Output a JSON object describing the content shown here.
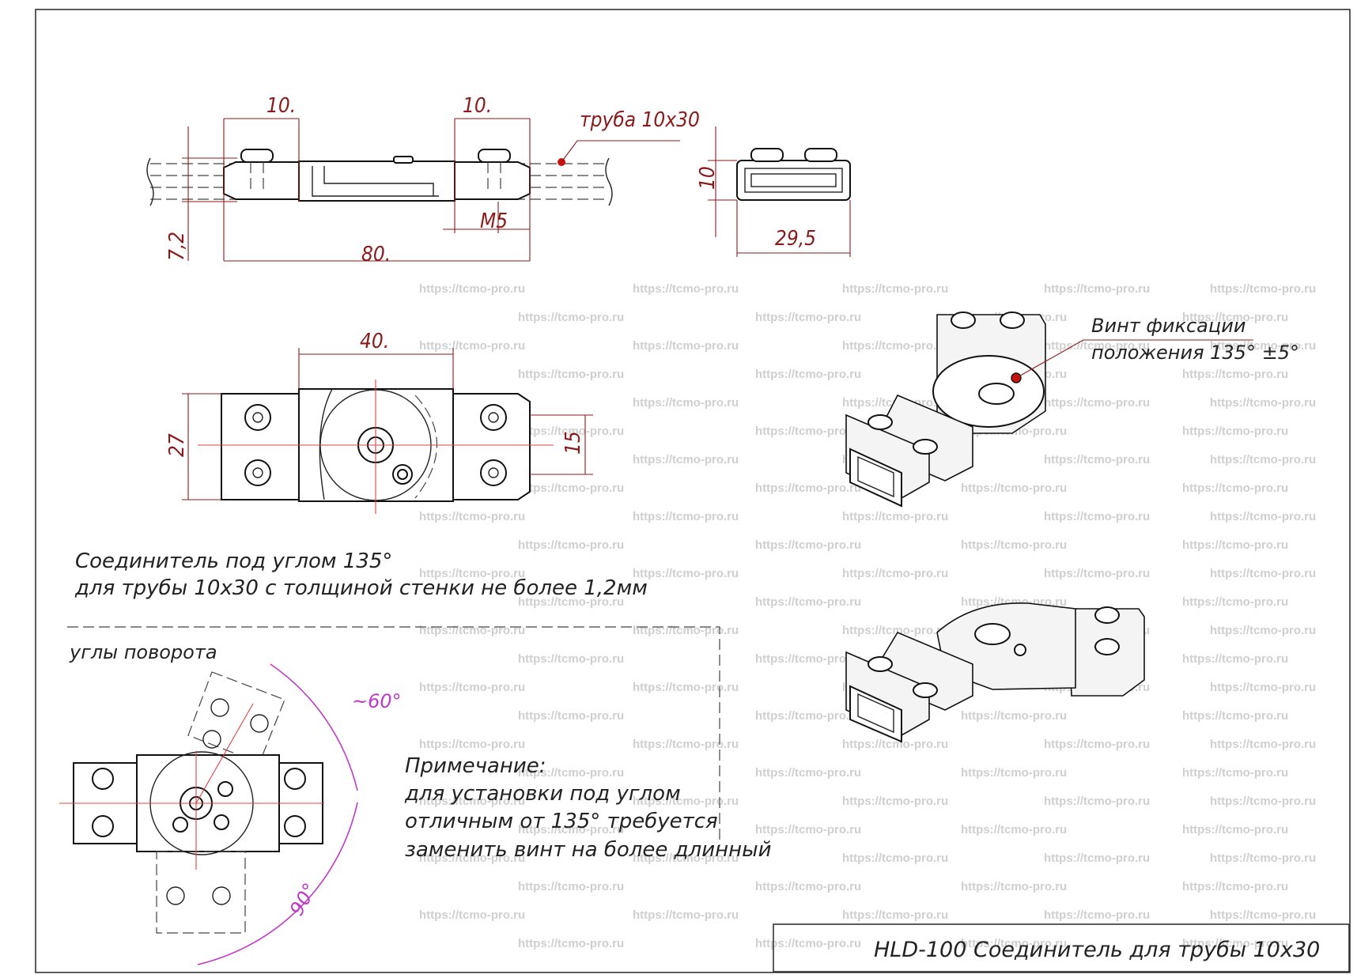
{
  "dimensions": {
    "top_left_10": "10.",
    "top_right_10": "10.",
    "pipe_label": "труба 10х30",
    "m5": "M5",
    "length_80": "80.",
    "height_7_2": "7,2",
    "side_10": "10",
    "width_29_5": "29,5",
    "width_40": "40.",
    "height_27": "27",
    "height_15": "15"
  },
  "callout": {
    "line1": "Винт фиксации",
    "line2": "положения 135° ±5°"
  },
  "description": {
    "line1": "Соединитель под углом 135°",
    "line2": "для трубы 10х30 с толщиной стенки не более 1,2мм"
  },
  "rotation": {
    "label": "углы поворота",
    "angle_60": "~60°",
    "angle_90": "90°"
  },
  "note": {
    "title": "Примечание:",
    "line1": "для установки под углом",
    "line2": "отличным от 135° требуется",
    "line3": "заменить винт на более длинный"
  },
  "title_block": "HLD-100 Соединитель для трубы 10х30",
  "watermark": "https://tcmo-pro.ru",
  "colors": {
    "dimension": "#8a1a1a",
    "accent": "#c03ac8",
    "marker": "#cc1111"
  }
}
